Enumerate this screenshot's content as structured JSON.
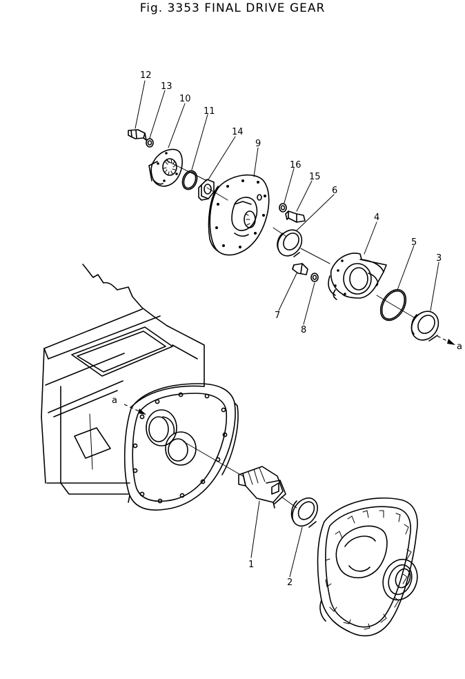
{
  "title": "Fig. 3353 FINAL DRIVE GEAR",
  "callouts": [
    {
      "id": "12",
      "part": "bolt"
    },
    {
      "id": "13",
      "part": "washer"
    },
    {
      "id": "10",
      "part": "cover-plate"
    },
    {
      "id": "11",
      "part": "o-ring"
    },
    {
      "id": "14",
      "part": "nut"
    },
    {
      "id": "9",
      "part": "hub-flange"
    },
    {
      "id": "16",
      "part": "washer"
    },
    {
      "id": "15",
      "part": "bolt"
    },
    {
      "id": "6",
      "part": "bearing"
    },
    {
      "id": "4",
      "part": "cage"
    },
    {
      "id": "5",
      "part": "o-ring"
    },
    {
      "id": "3",
      "part": "bearing"
    },
    {
      "id": "7",
      "part": "bolt"
    },
    {
      "id": "8",
      "part": "washer"
    },
    {
      "id": "1",
      "part": "pinion-shaft"
    },
    {
      "id": "2",
      "part": "bearing"
    }
  ],
  "references": [
    {
      "id": "a-right",
      "text": "a"
    },
    {
      "id": "a-left",
      "text": "a"
    }
  ]
}
